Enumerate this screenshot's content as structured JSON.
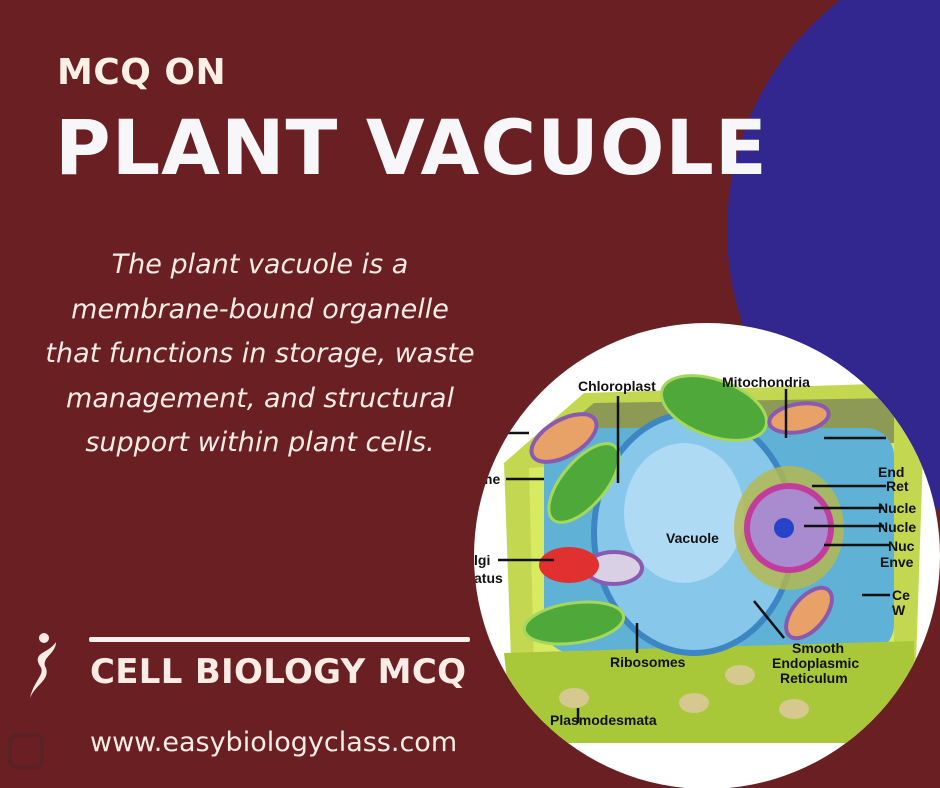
{
  "header": {
    "kicker": "MCQ ON",
    "title": "PLANT VACUOLE"
  },
  "description": "The plant vacuole is a membrane-bound organelle that functions in storage, waste management, and structural support within plant cells.",
  "footer": {
    "brand": "CELL BIOLOGY MCQ",
    "url": "www.easybiologyclass.com"
  },
  "diagram": {
    "labels": {
      "chloroplast": "Chloroplast",
      "mitochondria": "Mitochondria",
      "vacuole": "Vacuole",
      "ribosomes": "Ribosomes",
      "smooth_er_1": "Smooth",
      "smooth_er_2": "Endoplasmic",
      "smooth_er_3": "Reticulum",
      "plasmodesmata": "Plasmodesmata",
      "rough_er_1": "End",
      "rough_er_2": "Ret",
      "nucleus": "Nucle",
      "nucleolus": "Nucle",
      "nuclear_env_1": "Nuc",
      "nuclear_env_2": "Enve",
      "cell_wall_1": "Ce",
      "cell_wall_2": "W",
      "peroxisome": "me",
      "golgi_1": "lgi",
      "golgi_2": "atus"
    }
  },
  "colors": {
    "background": "#6a1f22",
    "accent_circle": "#32278f",
    "text": "#fbece6"
  }
}
